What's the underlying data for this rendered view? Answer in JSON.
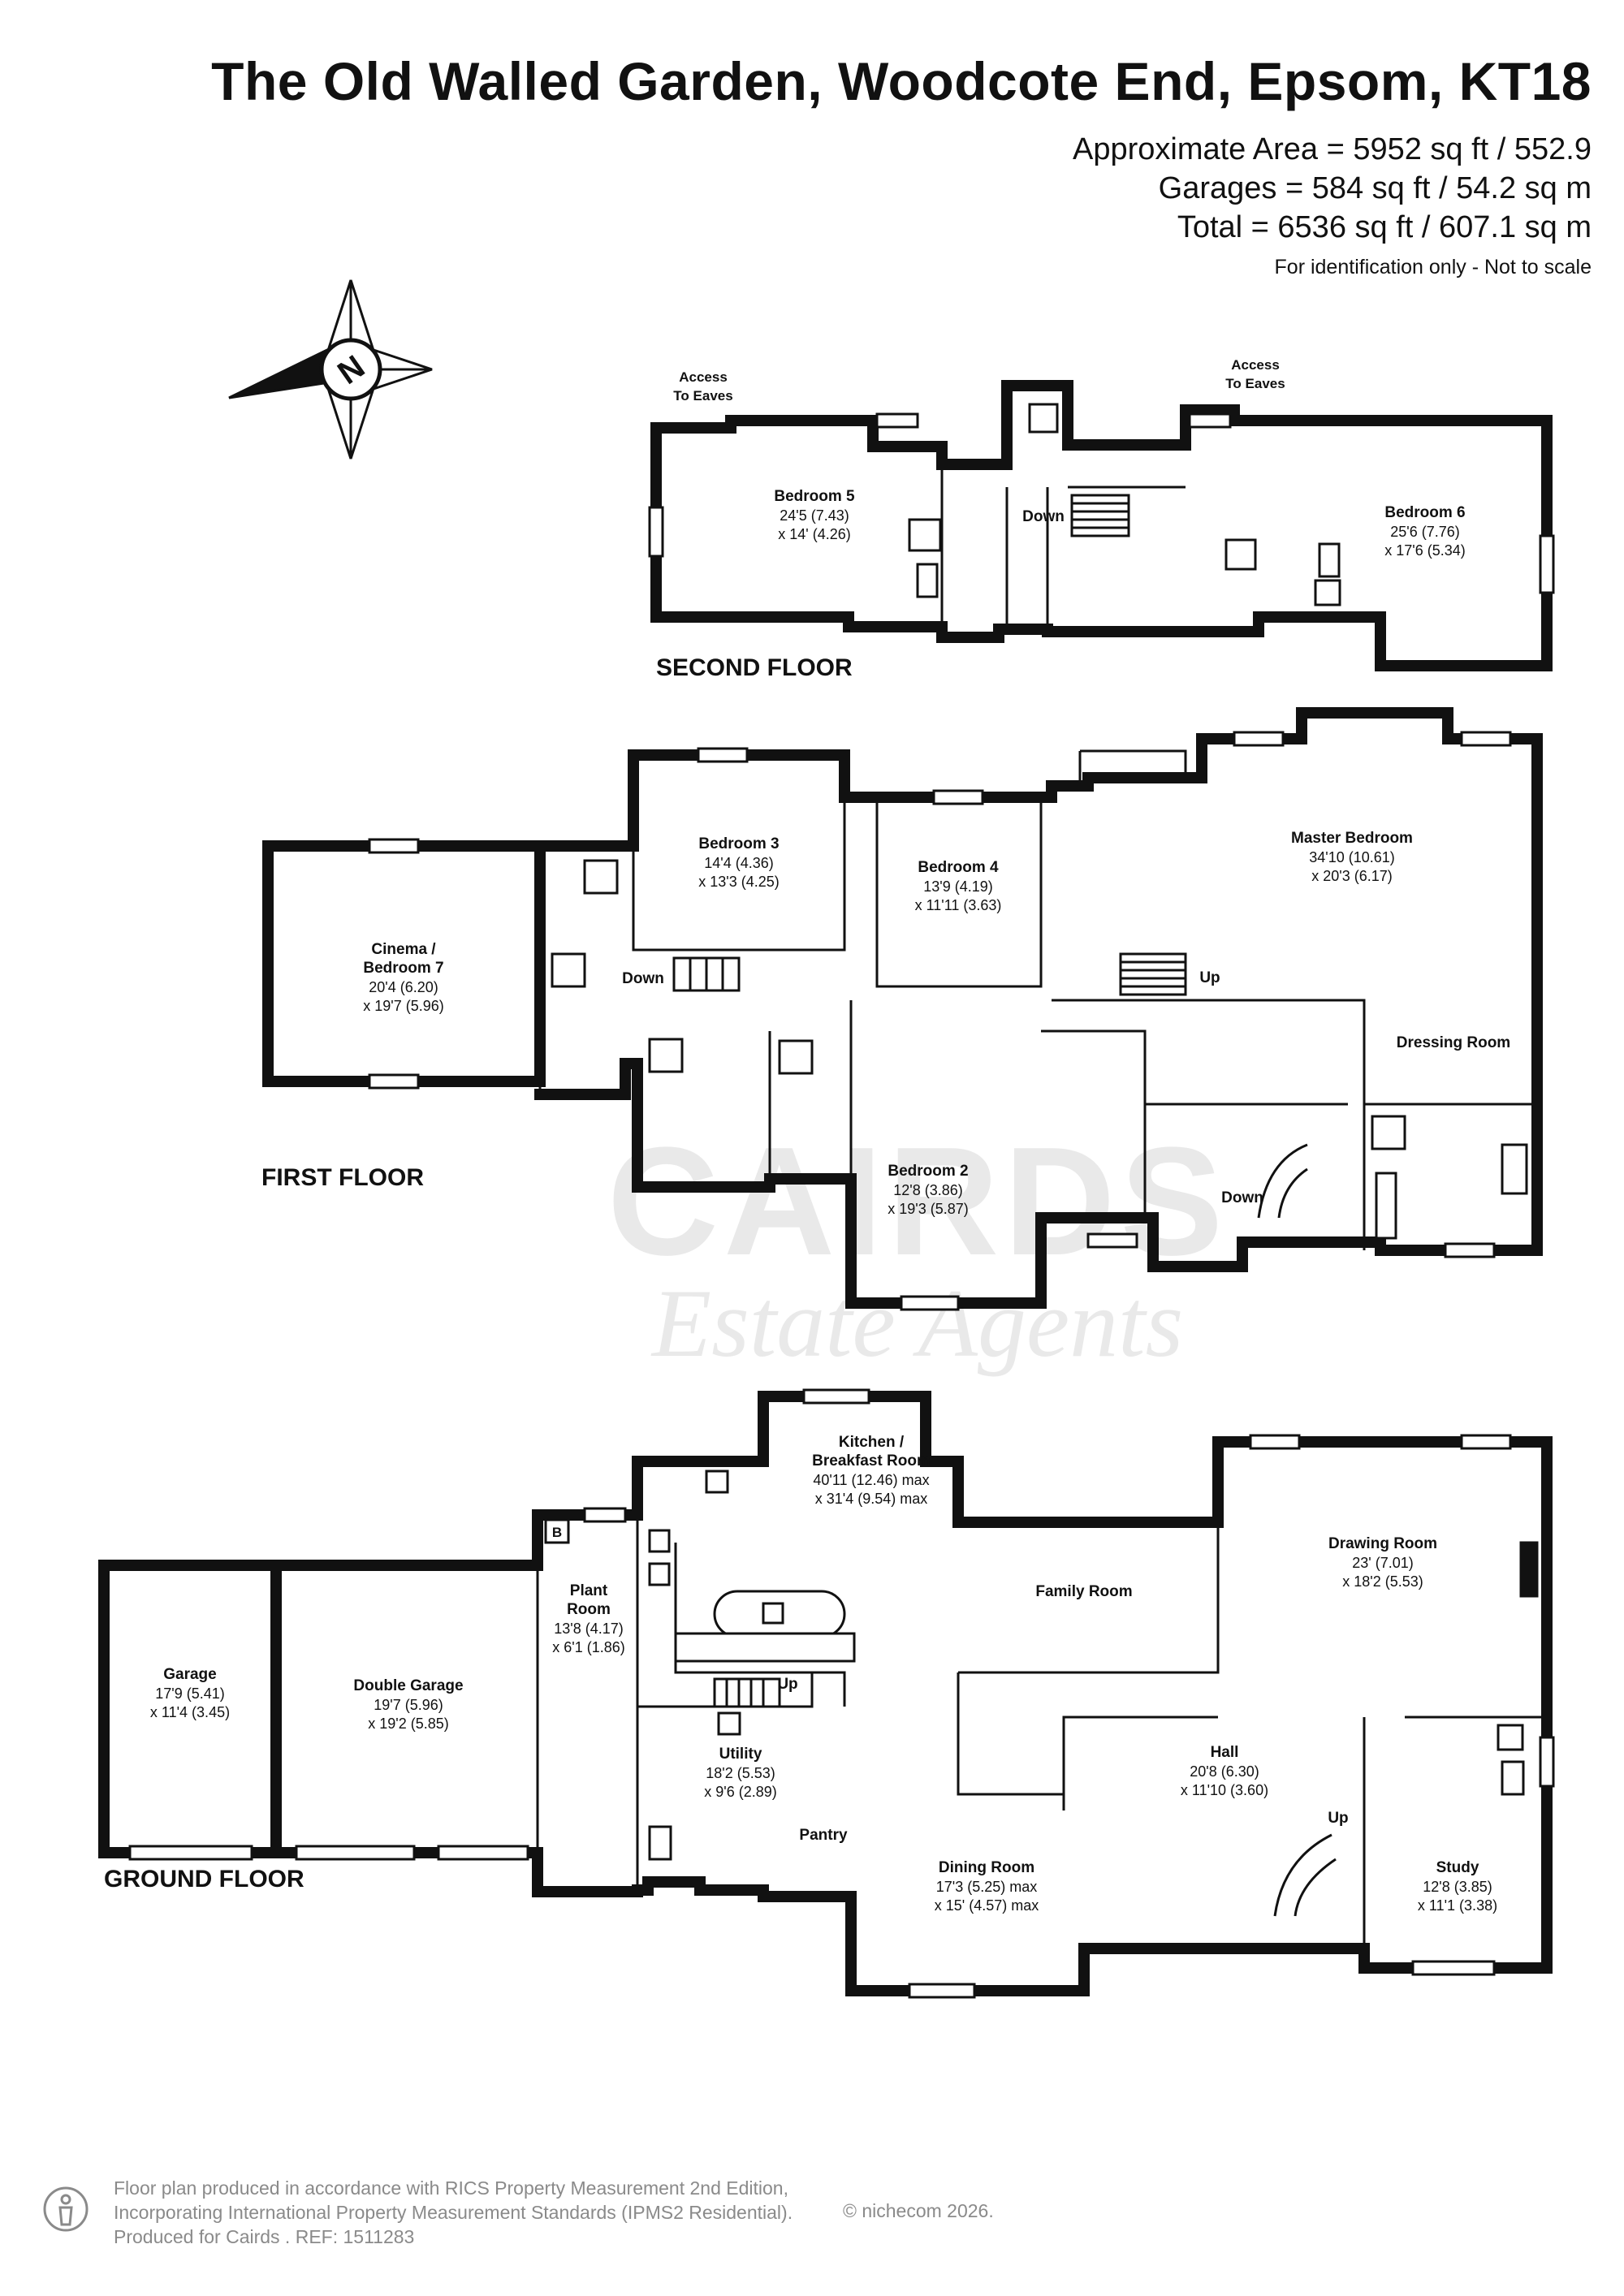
{
  "header": {
    "title": "The Old Walled Garden, Woodcote End, Epsom, KT18",
    "approx_area": "Approximate Area = 5952 sq ft / 552.9",
    "garages_area": "Garages = 584 sq ft / 54.2 sq m",
    "total_area": "Total = 6536 sq ft / 607.1 sq m",
    "note": "For identification only - Not to scale"
  },
  "compass": {
    "label": "N",
    "icon": "compass-rose-icon"
  },
  "floors": {
    "second": "SECOND FLOOR",
    "first": "FIRST FLOOR",
    "ground": "GROUND FLOOR"
  },
  "second_floor": {
    "bedroom5": {
      "name": "Bedroom 5",
      "dim1": "24'5 (7.43)",
      "dim2": "x 14' (4.26)"
    },
    "bedroom6": {
      "name": "Bedroom 6",
      "dim1": "25'6 (7.76)",
      "dim2": "x 17'6 (5.34)"
    },
    "eaves_left_1": "Access",
    "eaves_left_2": "To Eaves",
    "eaves_right_1": "Access",
    "eaves_right_2": "To Eaves",
    "stairs": "Down"
  },
  "first_floor": {
    "cinema": {
      "name1": "Cinema /",
      "name2": "Bedroom 7",
      "dim1": "20'4 (6.20)",
      "dim2": "x 19'7 (5.96)"
    },
    "bedroom3": {
      "name": "Bedroom 3",
      "dim1": "14'4 (4.36)",
      "dim2": "x 13'3 (4.25)"
    },
    "bedroom4": {
      "name": "Bedroom 4",
      "dim1": "13'9 (4.19)",
      "dim2": "x 11'11 (3.63)"
    },
    "master": {
      "name": "Master Bedroom",
      "dim1": "34'10 (10.61)",
      "dim2": "x 20'3 (6.17)"
    },
    "bedroom2": {
      "name": "Bedroom 2",
      "dim1": "12'8 (3.86)",
      "dim2": "x 19'3 (5.87)"
    },
    "dressing": "Dressing Room",
    "stairs_down_left": "Down",
    "stairs_up": "Up",
    "stairs_down_right": "Down"
  },
  "ground_floor": {
    "garage": {
      "name": "Garage",
      "dim1": "17'9 (5.41)",
      "dim2": "x 11'4 (3.45)"
    },
    "double_garage": {
      "name": "Double Garage",
      "dim1": "19'7 (5.96)",
      "dim2": "x 19'2 (5.85)"
    },
    "plant": {
      "name1": "Plant",
      "name2": "Room",
      "dim1": "13'8 (4.17)",
      "dim2": "x 6'1 (1.86)"
    },
    "boiler": "B",
    "kitchen": {
      "name1": "Kitchen /",
      "name2": "Breakfast Room",
      "dim1": "40'11 (12.46) max",
      "dim2": "x 31'4 (9.54) max"
    },
    "family": "Family Room",
    "drawing": {
      "name": "Drawing Room",
      "dim1": "23' (7.01)",
      "dim2": "x 18'2 (5.53)"
    },
    "utility": {
      "name": "Utility",
      "dim1": "18'2 (5.53)",
      "dim2": "x 9'6 (2.89)"
    },
    "pantry": "Pantry",
    "dining": {
      "name": "Dining Room",
      "dim1": "17'3 (5.25) max",
      "dim2": "x 15' (4.57) max"
    },
    "hall": {
      "name": "Hall",
      "dim1": "20'8 (6.30)",
      "dim2": "x 11'10 (3.60)"
    },
    "study": {
      "name": "Study",
      "dim1": "12'8 (3.85)",
      "dim2": "x 11'1 (3.38)"
    },
    "stairs_up_kitchen": "Up",
    "stairs_up_hall": "Up"
  },
  "watermark": {
    "line1": "CAIRDS",
    "line2": "Estate Agents"
  },
  "footer": {
    "line1": "Floor plan produced in accordance with RICS Property Measurement 2nd Edition,",
    "line2": "Incorporating International Property Measurement Standards (IPMS2 Residential).",
    "line3": "Produced for Cairds .   REF:  1511283",
    "brand": "© nichecom 2026.",
    "icon": "person-info-icon"
  }
}
